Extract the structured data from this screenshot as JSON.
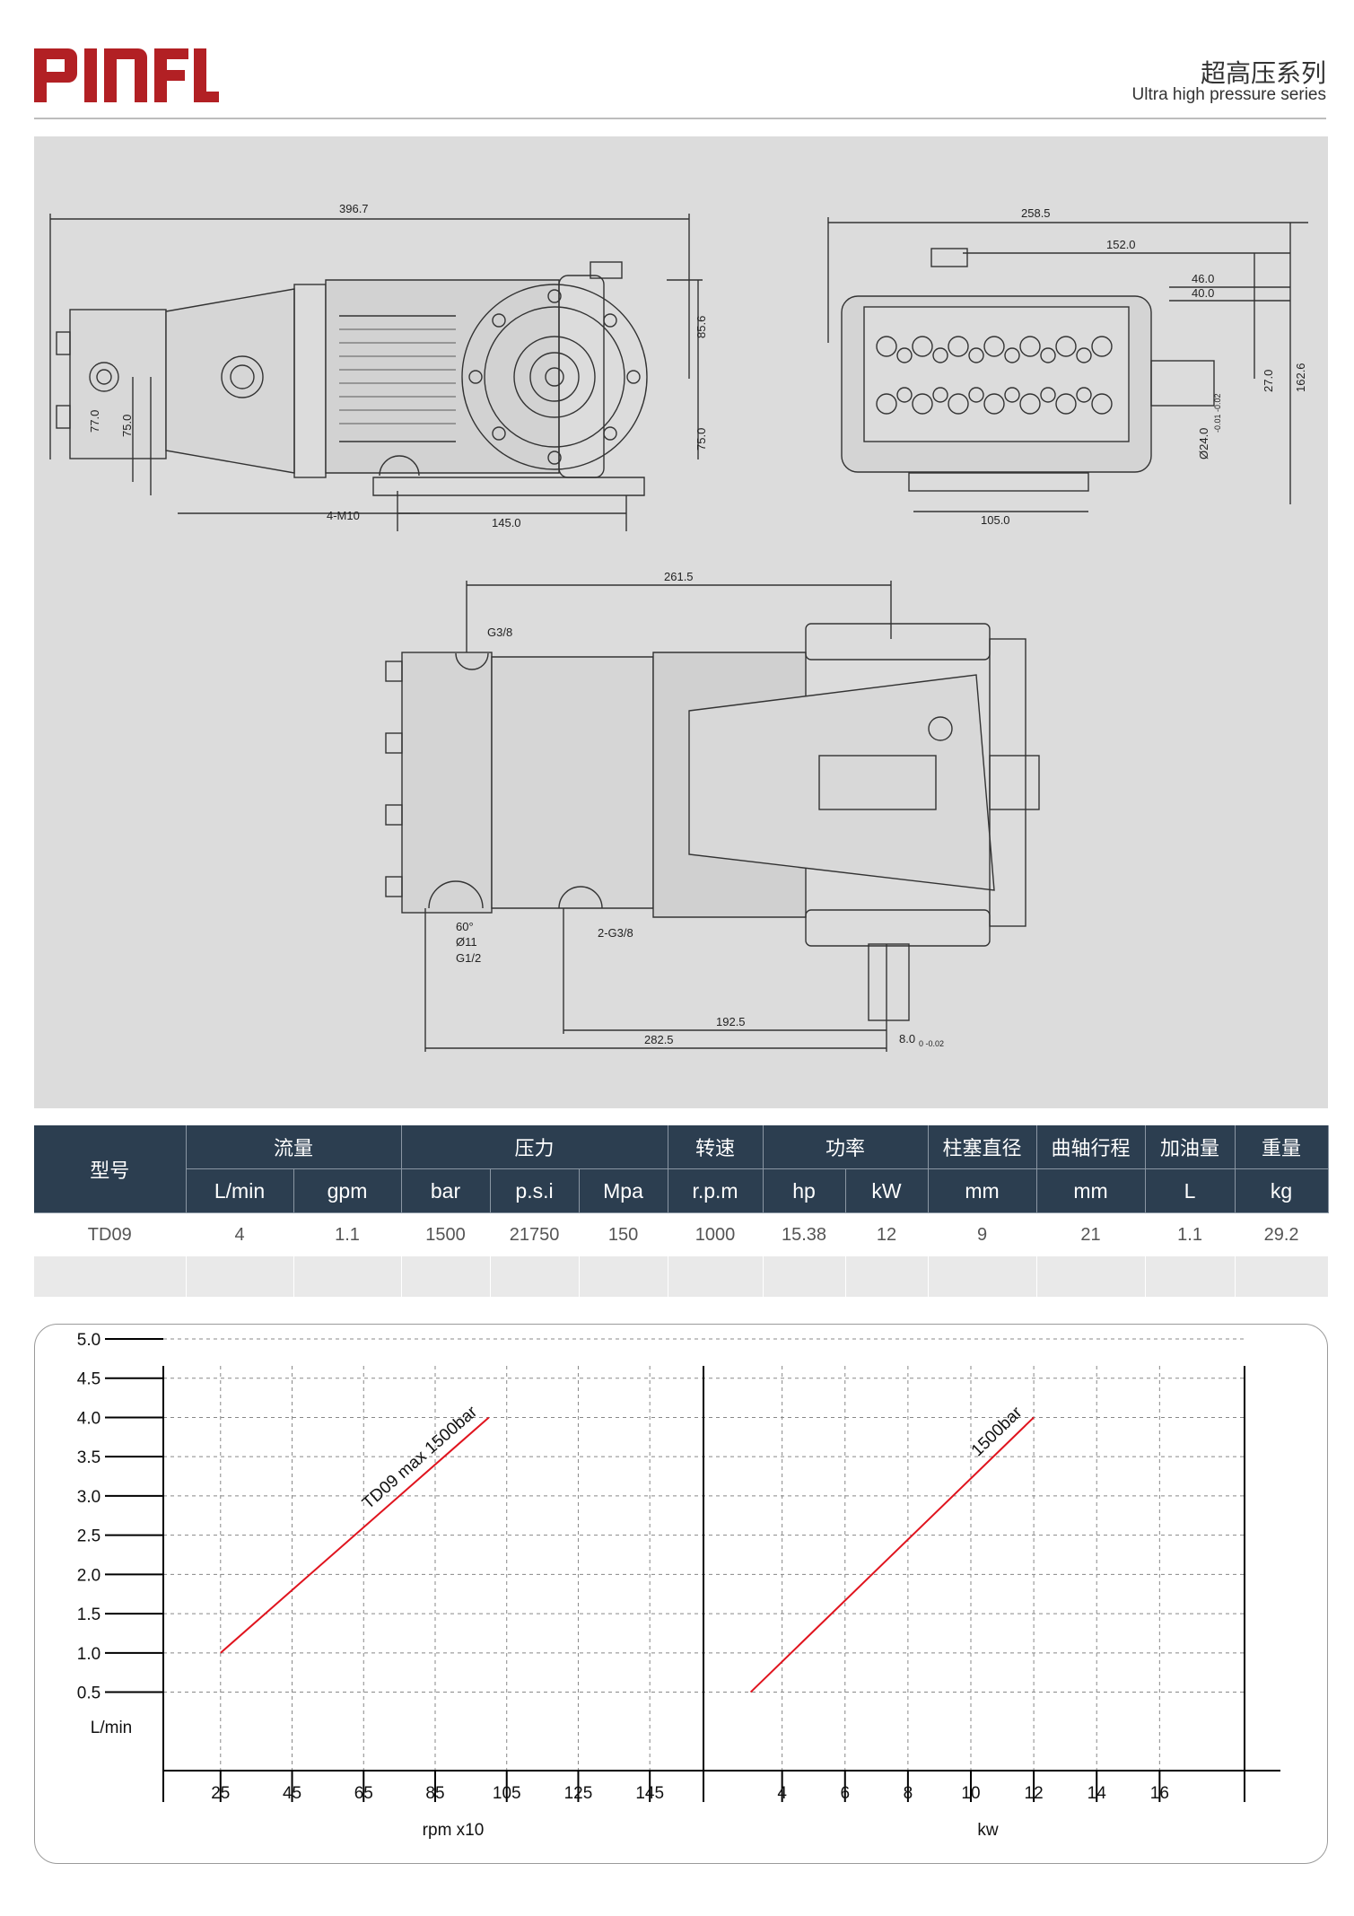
{
  "header": {
    "logo_text": "PINFL",
    "series_cn": "超高压系列",
    "series_en": "Ultra high pressure series"
  },
  "drawing": {
    "dims": {
      "d396": "396.7",
      "d856": "85.6",
      "d770": "77.0",
      "d750a": "75.0",
      "d750b": "75.0",
      "m10": "4-M10",
      "d1450": "145.0",
      "d2585": "258.5",
      "d1520": "152.0",
      "d460": "46.0",
      "d400": "40.0",
      "d270": "27.0",
      "d1626": "162.6",
      "d240": "Ø24.0",
      "d240tol": "-0.01 -0.02",
      "d1050": "105.0",
      "d2615": "261.5",
      "g38": "G3/8",
      "a60": "60°",
      "o11": "Ø11",
      "g12": "G1/2",
      "g238": "2-G3/8",
      "d1925": "192.5",
      "d2825": "282.5",
      "d80": "8.0",
      "d80tol": "0 -0.02"
    }
  },
  "spec_table": {
    "headers": {
      "model": "型号",
      "flow": "流量",
      "pressure": "压力",
      "speed": "转速",
      "power": "功率",
      "plunger": "柱塞直径",
      "stroke": "曲轴行程",
      "oil": "加油量",
      "weight": "重量"
    },
    "units": [
      "L/min",
      "gpm",
      "bar",
      "p.s.i",
      "Mpa",
      "r.p.m",
      "hp",
      "kW",
      "mm",
      "mm",
      "L",
      "kg"
    ],
    "rows": [
      [
        "TD09",
        "4",
        "1.1",
        "1500",
        "21750",
        "150",
        "1000",
        "15.38",
        "12",
        "9",
        "21",
        "1.1",
        "29.2"
      ]
    ]
  },
  "chart_data": [
    {
      "type": "line",
      "title": "",
      "xlabel": "rpm x10",
      "ylabel": "L/min",
      "x_ticks": [
        25,
        45,
        65,
        85,
        105,
        125,
        145
      ],
      "y_ticks": [
        0.5,
        1.0,
        1.5,
        2.0,
        2.5,
        3.0,
        3.5,
        4.0,
        4.5,
        5.0
      ],
      "xlim": [
        9,
        160
      ],
      "ylim": [
        -0.5,
        5.0
      ],
      "grid": true,
      "series": [
        {
          "name": "TD09 max 1500bar",
          "x": [
            25,
            100
          ],
          "y": [
            1.0,
            4.0
          ],
          "color": "#e0141e"
        }
      ]
    },
    {
      "type": "line",
      "title": "",
      "xlabel": "kw",
      "ylabel": "L/min",
      "x_ticks": [
        4,
        6,
        8,
        10,
        12,
        14,
        16
      ],
      "ylim": [
        -0.5,
        5.0
      ],
      "xlim": [
        1.5,
        18.7
      ],
      "grid": true,
      "series": [
        {
          "name": "1500bar",
          "x": [
            3,
            12
          ],
          "y": [
            0.5,
            4.0
          ],
          "color": "#e0141e"
        }
      ]
    }
  ]
}
